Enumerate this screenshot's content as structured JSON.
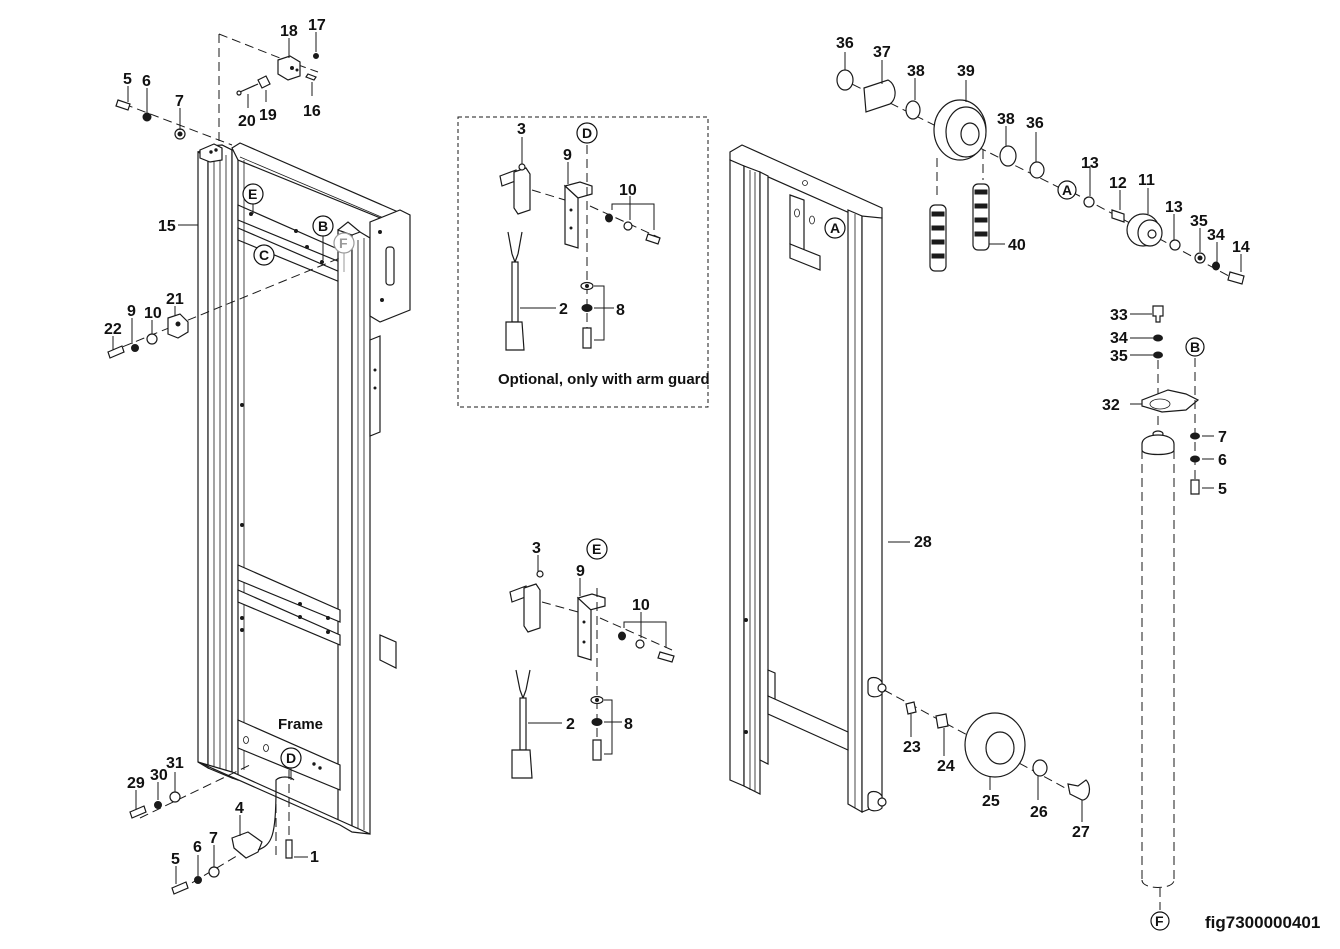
{
  "figure": {
    "id": "fig7300000401",
    "frame_label": "Frame",
    "optional_caption": "Optional, only with arm guard"
  },
  "callouts": {
    "frame_top": [
      "5",
      "6",
      "7",
      "18",
      "17",
      "20",
      "19",
      "16"
    ],
    "frame_side": [
      "15",
      "21",
      "22",
      "9",
      "10"
    ],
    "frame_bottom": [
      "29",
      "30",
      "31",
      "4",
      "5",
      "6",
      "7",
      "1"
    ],
    "optional_box": [
      "3",
      "9",
      "10",
      "2",
      "8"
    ],
    "switch_assembly": [
      "3",
      "9",
      "10",
      "2",
      "8"
    ],
    "pulley_top": [
      "36",
      "37",
      "38",
      "39",
      "38",
      "36",
      "40"
    ],
    "pulley_right": [
      "13",
      "12",
      "11",
      "13",
      "35",
      "34",
      "14"
    ],
    "cylinder": [
      "33",
      "34",
      "35",
      "32",
      "7",
      "6",
      "5"
    ],
    "mast": [
      "28"
    ],
    "roller": [
      "23",
      "24",
      "25",
      "26",
      "27"
    ]
  },
  "references": {
    "frame": [
      "E",
      "B",
      "F",
      "C",
      "D"
    ],
    "optional_box": [
      "D"
    ],
    "switch_assembly": [
      "E"
    ],
    "mast": [
      "A"
    ],
    "pulley": [
      "A"
    ],
    "cylinder_top": [
      "B"
    ],
    "cylinder_bottom": [
      "F"
    ]
  },
  "colors": {
    "line": "#1a1a1a",
    "ref_grey": "#9a9a9a",
    "background": "#ffffff"
  }
}
